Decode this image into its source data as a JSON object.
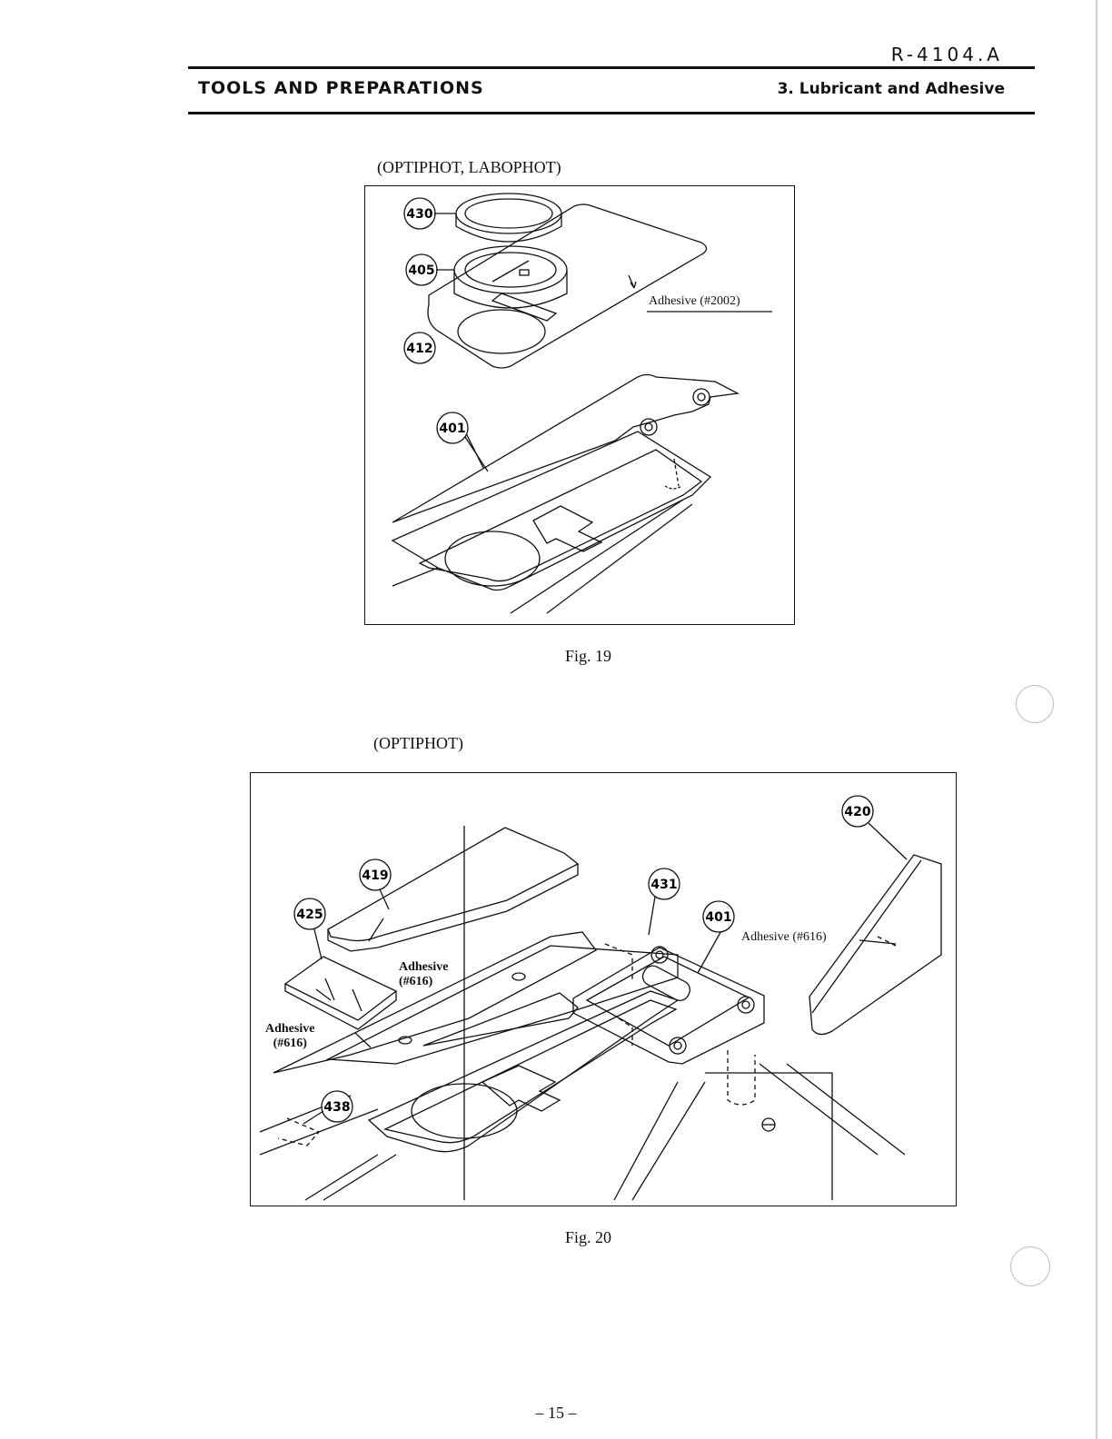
{
  "header": {
    "doc_number": "R-4104.A",
    "section_title": "TOOLS AND PREPARATIONS",
    "subsection_title": "3. Lubricant and Adhesive"
  },
  "figure19": {
    "label": "(OPTIPHOT, LABOPHOT)",
    "caption": "Fig. 19",
    "adhesive_label": "Adhesive (#2002)",
    "callouts": [
      "430",
      "405",
      "412",
      "401"
    ]
  },
  "figure20": {
    "label": "(OPTIPHOT)",
    "caption": "Fig. 20",
    "adhesive_right": "Adhesive (#616)",
    "adhesive_mid_line1": "Adhesive",
    "adhesive_mid_line2": "(#616)",
    "adhesive_left_line1": "Adhesive",
    "adhesive_left_line2": "(#616)",
    "callouts": [
      "420",
      "419",
      "431",
      "425",
      "401",
      "438"
    ]
  },
  "footer": {
    "page_number": "– 15 –"
  }
}
